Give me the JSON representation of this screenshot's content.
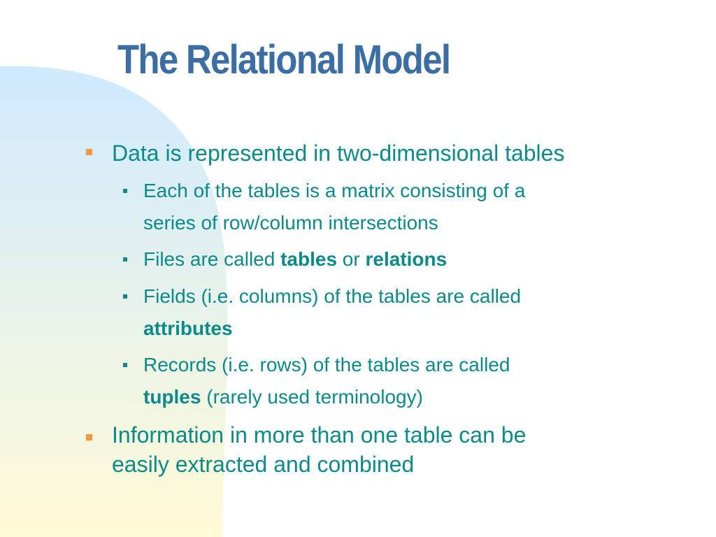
{
  "slide": {
    "title": "The Relational Model",
    "bullet1": {
      "text": "Data is represented in two-dimensional tables"
    },
    "sub1": {
      "line1": "Each of the tables is a matrix consisting of a",
      "line2": "series of row/column intersections"
    },
    "sub2": {
      "pre": "Files are called ",
      "b1": "tables",
      "mid": " or ",
      "b2": "relations"
    },
    "sub3": {
      "line1": "Fields (i.e. columns) of the tables are called",
      "b1": "attributes"
    },
    "sub4": {
      "line1": "Records (i.e. rows) of the tables are called",
      "b1": "tuples",
      "post": " (rarely used terminology)"
    },
    "bullet2": {
      "line1": "Information in more than one table can be",
      "line2": "easily extracted and combined"
    }
  },
  "colors": {
    "title": "#3a6ea5",
    "text": "#0a8a8a",
    "bullet_primary": "#f2993a",
    "bg_gradient_top": "#cfeaff",
    "bg_gradient_bottom": "#fffbd6"
  },
  "icons": {
    "level1_bullet": "orange-square-icon",
    "level2_bullet": "teal-square-icon"
  }
}
